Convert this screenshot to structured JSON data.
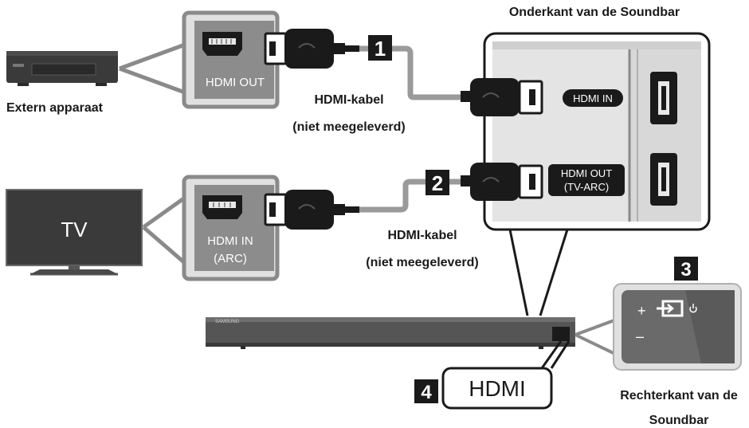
{
  "labels": {
    "bottom_of_soundbar": "Onderkant van de Soundbar",
    "external_device": "Extern apparaat",
    "hdmi_out": "HDMI OUT",
    "cable_1_line1": "HDMI-kabel",
    "cable_1_line2": "(niet meegeleverd)",
    "cable_2_line1": "HDMI-kabel",
    "cable_2_line2": "(niet meegeleverd)",
    "tv": "TV",
    "hdmi_in_arc_line1": "HDMI IN",
    "hdmi_in_arc_line2": "(ARC)",
    "port_hdmi_in": "HDMI IN",
    "port_hdmi_out_line1": "HDMI OUT",
    "port_hdmi_out_line2": "(TV-ARC)",
    "hdmi_button": "HDMI",
    "right_side_line1": "Rechterkant van de",
    "right_side_line2": "Soundbar",
    "brand": "SAMSUNG",
    "plus": "+",
    "minus": "–"
  },
  "steps": [
    "1",
    "2",
    "3",
    "4"
  ],
  "icons": [
    "source-icon",
    "power-icon"
  ],
  "colors": {
    "panel_gray": "#8a8a8a",
    "panel_light": "#e2e2e2",
    "dark": "#1a1a1a",
    "device": "#3c3c3c",
    "cable_line": "#9a9a9a"
  }
}
